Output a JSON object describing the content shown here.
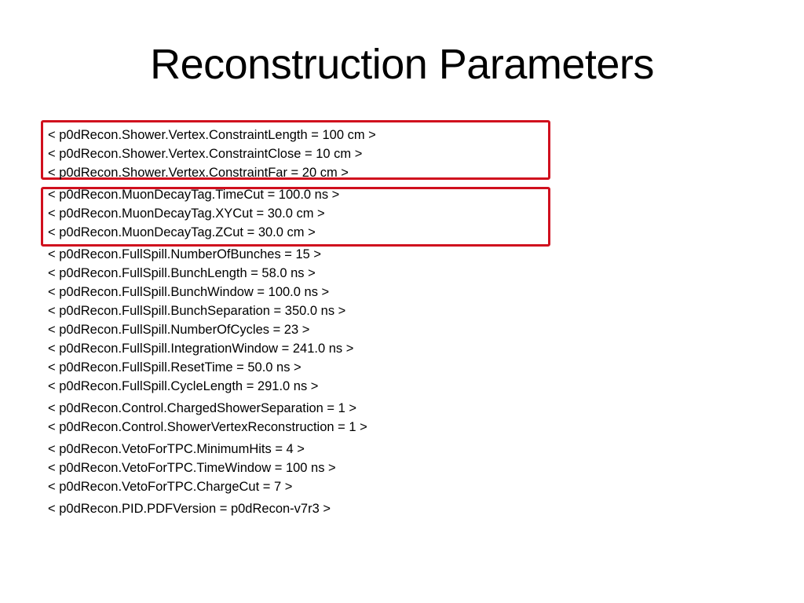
{
  "slide": {
    "title": "Reconstruction Parameters",
    "highlight_color": "#d0101e",
    "groups": [
      {
        "lines": [
          "< p0dRecon.Shower.Vertex.ConstraintLength = 100 cm >",
          "< p0dRecon.Shower.Vertex.ConstraintClose = 10 cm >",
          "< p0dRecon.Shower.Vertex.ConstraintFar = 20 cm >"
        ]
      },
      {
        "lines": [
          "< p0dRecon.MuonDecayTag.TimeCut = 100.0 ns >",
          "< p0dRecon.MuonDecayTag.XYCut = 30.0 cm >",
          "< p0dRecon.MuonDecayTag.ZCut = 30.0 cm >"
        ]
      },
      {
        "lines": [
          "< p0dRecon.FullSpill.NumberOfBunches = 15 >",
          "< p0dRecon.FullSpill.BunchLength = 58.0 ns >",
          "< p0dRecon.FullSpill.BunchWindow = 100.0 ns >",
          "< p0dRecon.FullSpill.BunchSeparation = 350.0 ns >",
          "< p0dRecon.FullSpill.NumberOfCycles = 23 >",
          "< p0dRecon.FullSpill.IntegrationWindow = 241.0 ns >",
          "< p0dRecon.FullSpill.ResetTime = 50.0 ns >",
          "< p0dRecon.FullSpill.CycleLength = 291.0 ns >"
        ]
      },
      {
        "lines": [
          "< p0dRecon.Control.ChargedShowerSeparation = 1 >",
          "< p0dRecon.Control.ShowerVertexReconstruction = 1 >"
        ]
      },
      {
        "lines": [
          "< p0dRecon.VetoForTPC.MinimumHits = 4 >",
          "< p0dRecon.VetoForTPC.TimeWindow = 100 ns >",
          "< p0dRecon.VetoForTPC.ChargeCut = 7 >"
        ]
      },
      {
        "lines": [
          "< p0dRecon.PID.PDFVersion = p0dRecon-v7r3 >"
        ]
      }
    ]
  }
}
